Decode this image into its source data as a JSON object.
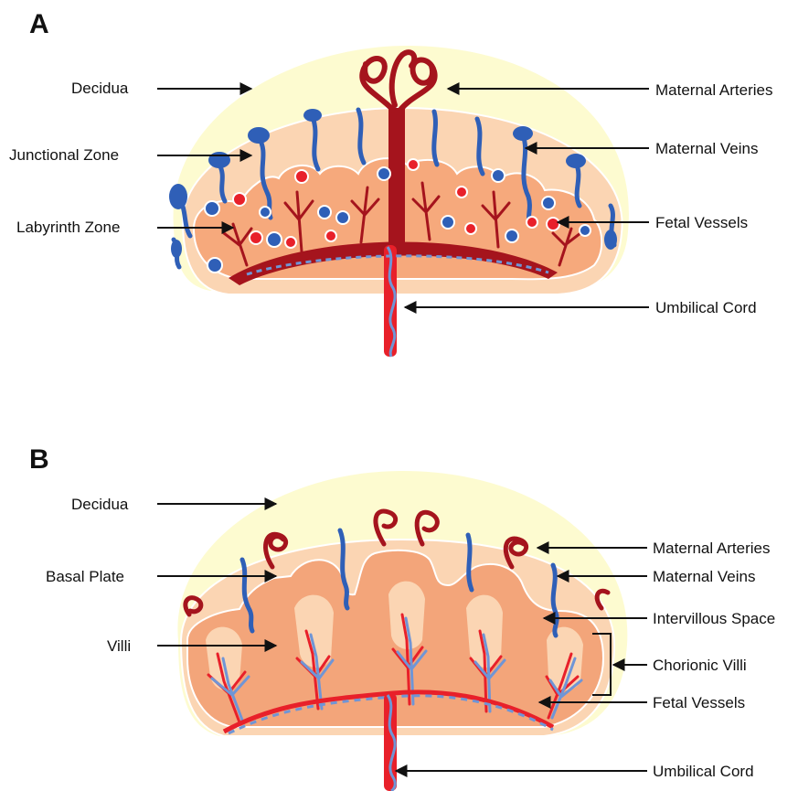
{
  "panel_a": {
    "letter": "A",
    "labels": {
      "decidua": "Decidua",
      "junctional_zone": "Junctional Zone",
      "labyrinth_zone": "Labyrinth Zone",
      "maternal_arteries": "Maternal Arteries",
      "maternal_veins": "Maternal Veins",
      "fetal_vessels": "Fetal Vessels",
      "umbilical_cord": "Umbilical Cord"
    }
  },
  "panel_b": {
    "letter": "B",
    "labels": {
      "decidua": "Decidua",
      "basal_plate": "Basal Plate",
      "villi": "Villi",
      "maternal_arteries": "Maternal Arteries",
      "maternal_veins": "Maternal Veins",
      "intervillous_space": "Intervillous Space",
      "chorionic_villi": "Chorionic Villi",
      "fetal_vessels": "Fetal Vessels",
      "umbilical_cord": "Umbilical Cord"
    }
  },
  "colors": {
    "decidua": "#fdfbd0",
    "junctional": "#fbd5b3",
    "labyrinth": "#f6a97c",
    "villi_fill": "#f3a57a",
    "artery_dark": "#a5141d",
    "artery_red": "#e8202a",
    "vein_blue": "#2f5fb7",
    "light_blue": "#6f95d6"
  }
}
